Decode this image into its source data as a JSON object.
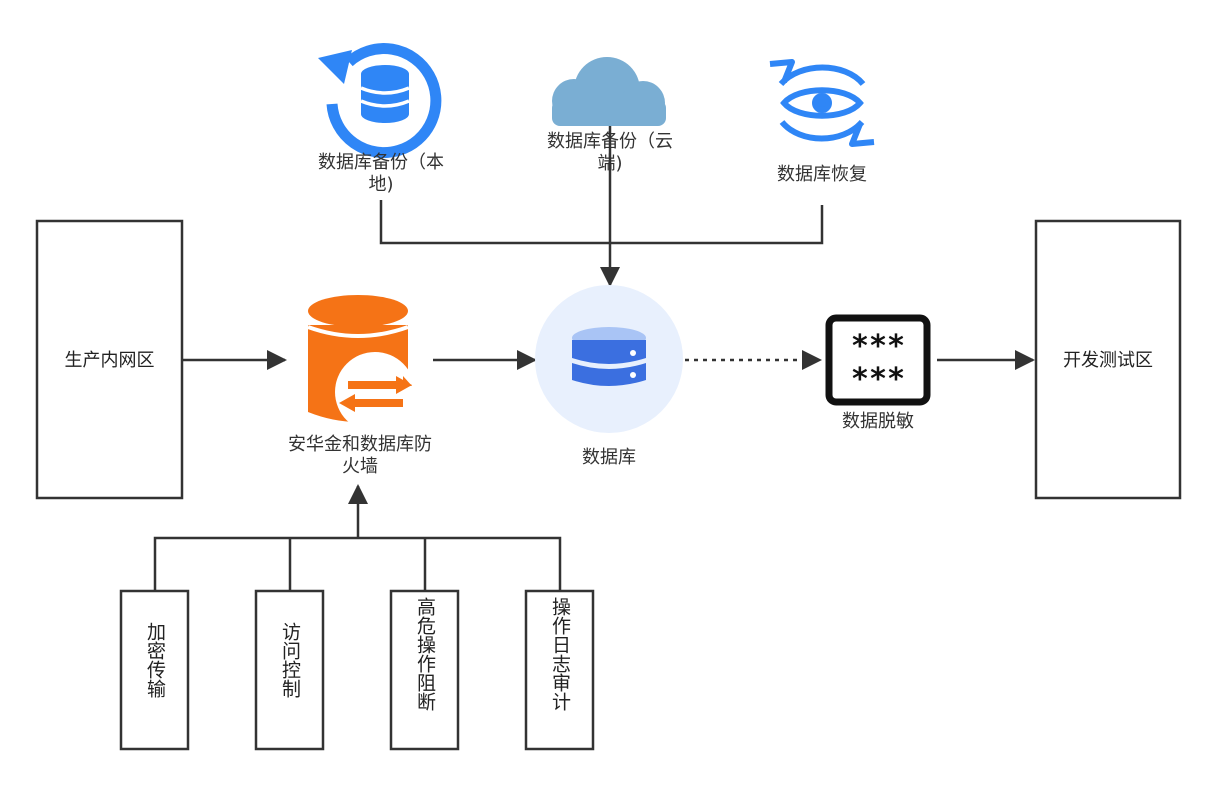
{
  "colors": {
    "line": "#333333",
    "backup_blue": "#2f86f6",
    "cloud": "#7aaed3",
    "firewall_orange": "#f57316",
    "db_circle_bg": "#e8f0fd",
    "db_dark": "#3b6fe0",
    "db_light": "#a9c4f5"
  },
  "top_nodes": {
    "backup_local": {
      "label": "数据库备份（本地)",
      "icon": "database-backup-refresh-icon"
    },
    "backup_cloud": {
      "label": "数据库备份（云端)",
      "icon": "cloud-icon"
    },
    "restore": {
      "label": "数据库恢复",
      "icon": "eye-restore-icon"
    }
  },
  "left_zone": {
    "label": "生产内网区"
  },
  "firewall": {
    "label": "安华金和数据库防火墙",
    "icon": "database-firewall-icon"
  },
  "database": {
    "label": "数据库",
    "icon": "database-icon"
  },
  "masking": {
    "label": "数据脱敏",
    "icon": "masked-password-icon",
    "mask_text": "***"
  },
  "right_zone": {
    "label": "开发测试区"
  },
  "features": [
    {
      "label": "加密传输"
    },
    {
      "label": "访问控制"
    },
    {
      "label": "高危操作阻断"
    },
    {
      "label": "操作日志审计"
    }
  ]
}
